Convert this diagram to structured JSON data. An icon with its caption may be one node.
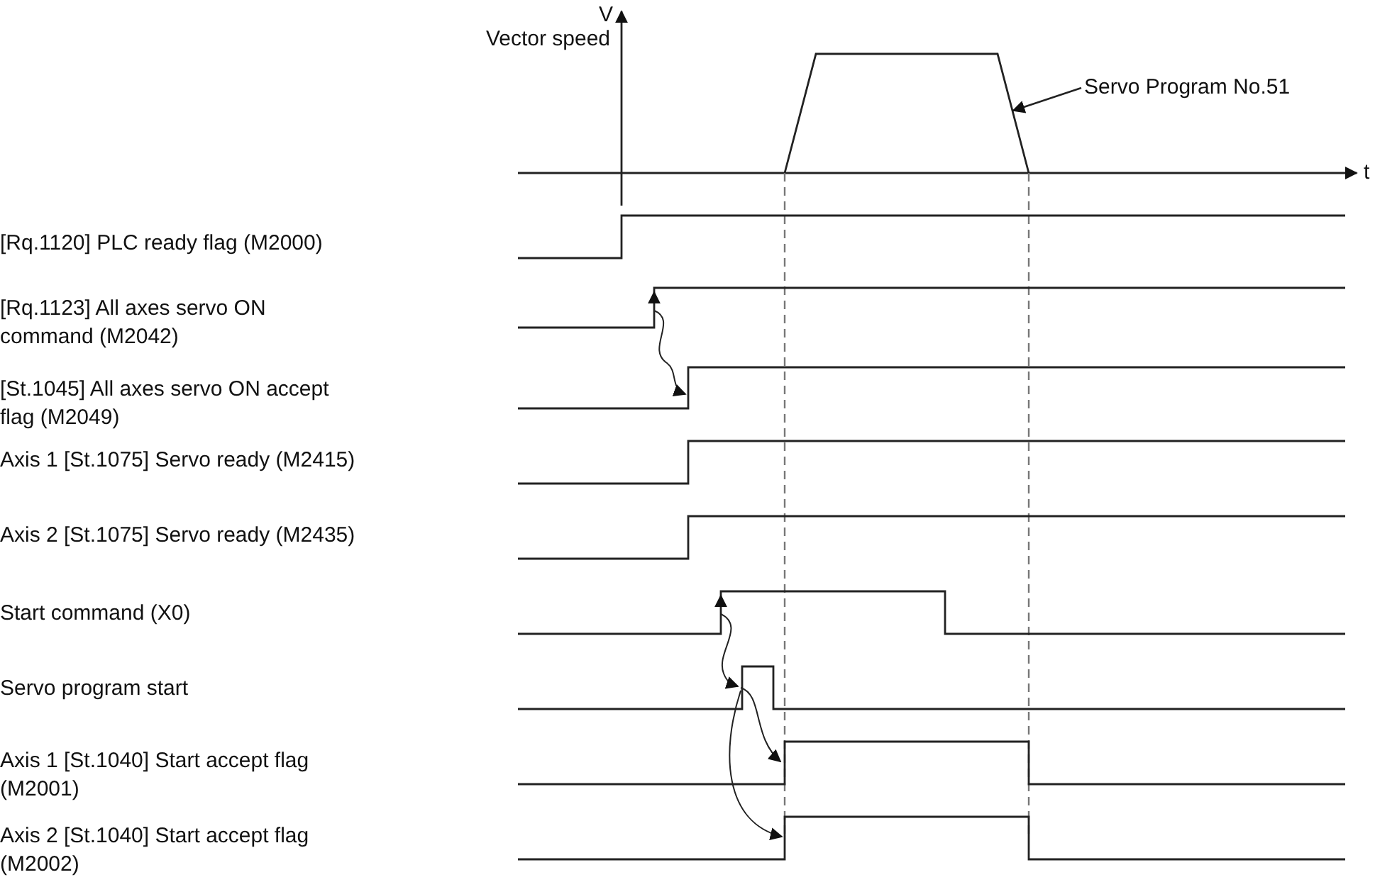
{
  "diagram": {
    "nodes": [
      {
        "text": [
          "Servo Program No.51"
        ]
      },
      {
        "text": [],
        "shape": "line"
      }
    ],
    "edges": [
      {
        "from": 0,
        "to": 1,
        "arrow": "to"
      }
    ],
    "labels": [
      "V",
      "Vector speed",
      "t",
      "[Rq.1120] PLC ready flag (M2000)",
      "[Rq.1123] All axes servo ON command (M2042)",
      "[St.1045] All axes servo ON accept flag (M2049)",
      "Axis 1 [St.1075] Servo ready (M2415)",
      "Axis 2 [St.1075] Servo ready (M2435)",
      "Start command (X0)",
      "Servo program start",
      "Axis 1 [St.1040] Start accept flag (M2001)",
      "Axis 2 [St.1040] Start accept flag (M2002)"
    ]
  }
}
